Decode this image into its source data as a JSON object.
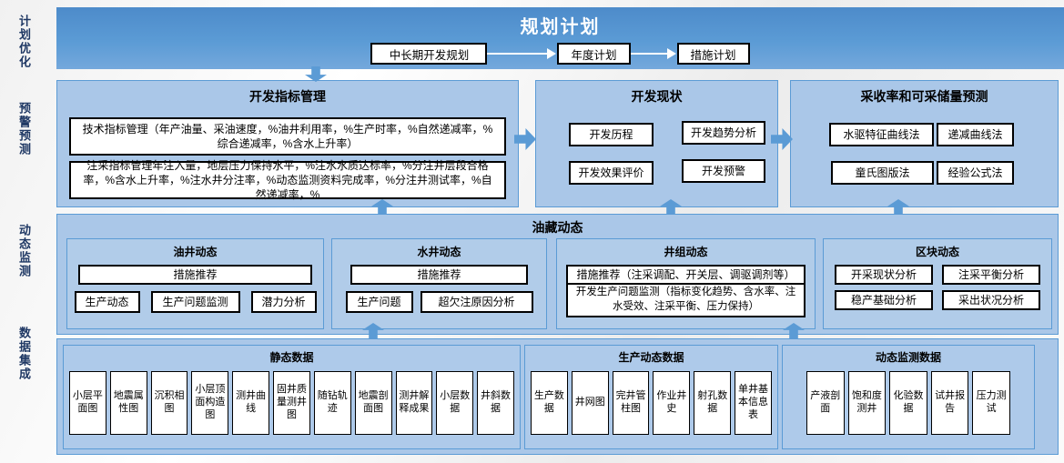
{
  "sidebar": {
    "labels": [
      "计划优化",
      "预警预测",
      "动态监测",
      "数据集成"
    ]
  },
  "top_band": {
    "title": "规划计划",
    "flow": [
      "中长期开发规划",
      "年度计划",
      "措施计划"
    ]
  },
  "row2": {
    "sections": [
      {
        "title": "开发指标管理",
        "boxes": [
          "技术指标管理（年产油量、采油速度，%油井利用率，%生产时率，%自然递减率，%综合递减率，%含水上升率）",
          "注采指标管理年注入量，地层压力保持水平，%注水水质达标率，%分注井层段合格率，%含水上升率，%注水井分注率，%动态监测资料完成率，%分注井测试率，%自然递减率，%"
        ]
      },
      {
        "title": "开发现状",
        "boxes": [
          "开发历程",
          "开发趋势分析",
          "开发效果评价",
          "开发预警"
        ]
      },
      {
        "title": "采收率和可采储量预测",
        "boxes": [
          "水驱特征曲线法",
          "递减曲线法",
          "童氏图版法",
          "经验公式法"
        ]
      }
    ]
  },
  "row3": {
    "title": "油藏动态",
    "panels": [
      {
        "title": "油井动态",
        "measure_box": "措施推荐",
        "boxes": [
          "生产动态",
          "生产问题监测",
          "潜力分析"
        ]
      },
      {
        "title": "水井动态",
        "measure_box": "措施推荐",
        "boxes": [
          "生产问题",
          "超欠注原因分析"
        ]
      },
      {
        "title": "井组动态",
        "boxes": [
          "措施推荐（注采调配、开关层、调驱调剂等）",
          "开发生产问题监测（指标变化趋势、含水率、注水受效、注采平衡、压力保持）"
        ]
      },
      {
        "title": "区块动态",
        "boxes": [
          "开采现状分析",
          "注采平衡分析",
          "稳产基础分析",
          "采出状况分析"
        ]
      }
    ]
  },
  "row4": {
    "sections": [
      {
        "title": "静态数据",
        "items": [
          "小层平面图",
          "地震属性图",
          "沉积相图",
          "小层顶面构造图",
          "测井曲线",
          "固井质量测井图",
          "随钻轨迹",
          "地震剖面图",
          "测井解释成果",
          "小层数据",
          "井斜数据"
        ]
      },
      {
        "title": "生产动态数据",
        "items": [
          "生产数据",
          "井网图",
          "完井管柱图",
          "作业井史",
          "射孔数据",
          "单井基本信息表"
        ]
      },
      {
        "title": "动态监测数据",
        "items": [
          "产液剖面",
          "饱和度测井",
          "化验数据",
          "试井报告",
          "压力测试"
        ]
      }
    ]
  },
  "colors": {
    "accent_blue": "#5b9bd5",
    "band_fill": "#aac7e8",
    "top_band_gradient_start": "#4d8bca",
    "top_band_gradient_end": "#74a8dc",
    "sidebar_text": "#1f3864"
  }
}
